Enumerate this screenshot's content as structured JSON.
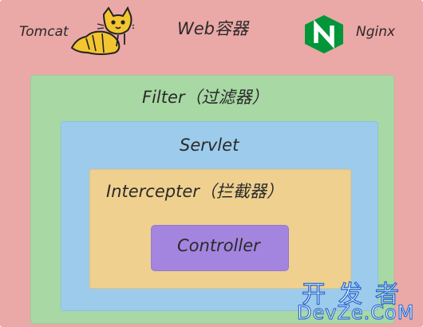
{
  "diagram": {
    "web_container": {
      "title": "Web容器"
    },
    "tomcat": {
      "label": "Tomcat",
      "icon": "tomcat-cat-icon"
    },
    "nginx": {
      "label": "Nginx",
      "icon": "nginx-n-icon",
      "color": "#009639"
    },
    "filter": {
      "label": "Filter（过滤器）"
    },
    "servlet": {
      "label": "Servlet"
    },
    "interceptor": {
      "label": "Intercepter（拦截器）"
    },
    "controller": {
      "label": "Controller"
    },
    "colors": {
      "web": "#eaa8a6",
      "filter": "#a8d8a4",
      "servlet": "#9dcbeb",
      "interceptor": "#efd08f",
      "controller": "#a385df"
    }
  },
  "watermark": {
    "line1": "开发者",
    "line2": "DevZe.CoM"
  }
}
